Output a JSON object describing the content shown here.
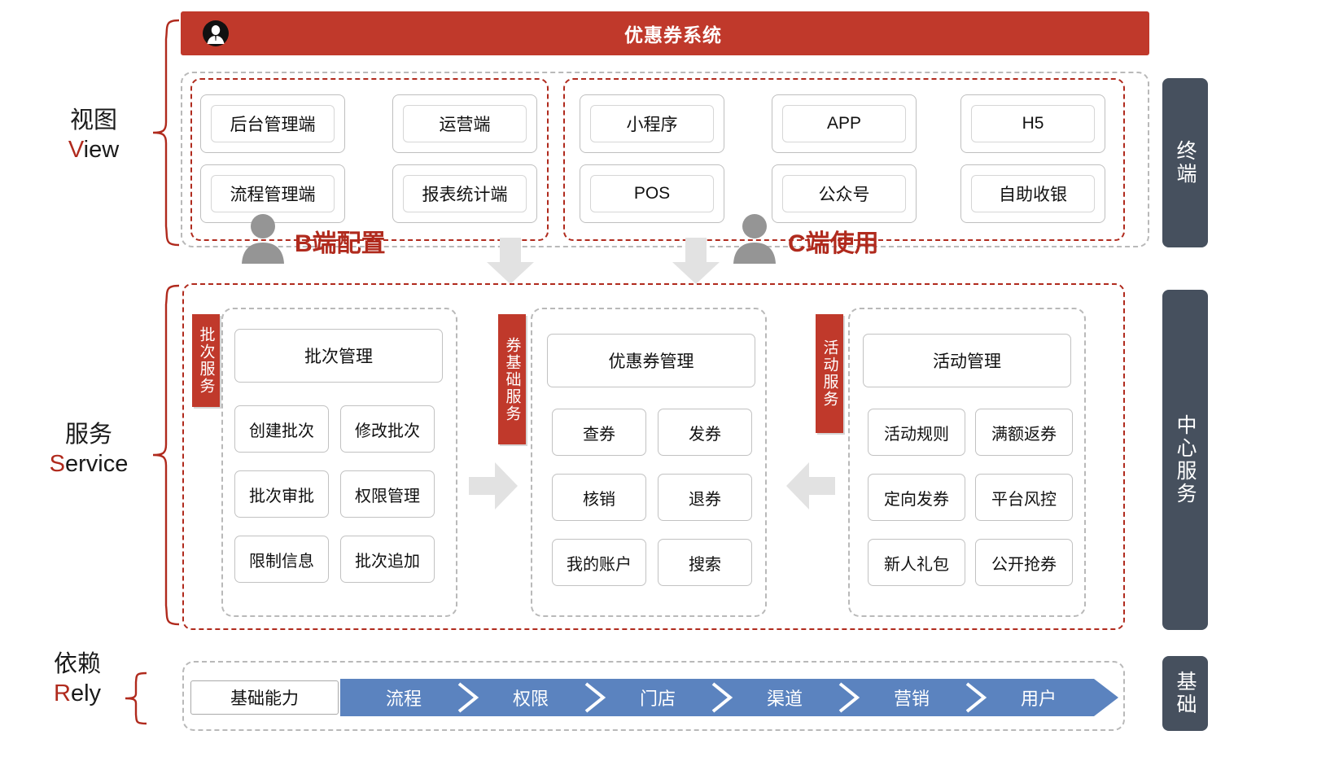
{
  "header": {
    "title": "优惠券系统",
    "icon": "user-avatar-icon",
    "color": "#c0392b"
  },
  "side_labels": [
    {
      "cn": "视图",
      "en_first": "V",
      "en_rest": "iew"
    },
    {
      "cn": "服务",
      "en_first": "S",
      "en_rest": "ervice"
    },
    {
      "cn": "依赖",
      "en_first": "R",
      "en_rest": "ely"
    }
  ],
  "right_labels": [
    {
      "text": "终端"
    },
    {
      "text": "中心服务"
    },
    {
      "text": "基础"
    }
  ],
  "view_layer": {
    "b_side": {
      "callout": "B端配置",
      "items": [
        "后台管理端",
        "运营端",
        "流程管理端",
        "报表统计端"
      ]
    },
    "c_side": {
      "callout": "C端使用",
      "items": [
        "小程序",
        "APP",
        "H5",
        "POS",
        "公众号",
        "自助收银"
      ]
    }
  },
  "service_layer": {
    "groups": [
      {
        "tag": "批次服务",
        "head": "批次管理",
        "cells": [
          "创建批次",
          "修改批次",
          "批次审批",
          "权限管理",
          "限制信息",
          "批次追加"
        ]
      },
      {
        "tag": "券基础服务",
        "head": "优惠券管理",
        "cells": [
          "查券",
          "发券",
          "核销",
          "退券",
          "我的账户",
          "搜索"
        ]
      },
      {
        "tag": "活动服务",
        "head": "活动管理",
        "cells": [
          "活动规则",
          "满额返券",
          "定向发券",
          "平台风控",
          "新人礼包",
          "公开抢券"
        ]
      }
    ]
  },
  "rely_layer": {
    "basic_label": "基础能力",
    "chevrons": [
      "流程",
      "权限",
      "门店",
      "渠道",
      "营销",
      "用户"
    ],
    "chevron_color": "#5b83bf"
  },
  "colors": {
    "brand_red": "#c0392b",
    "dark_red": "#b02a1d",
    "slate": "#46505e",
    "chevron_blue": "#5b83bf",
    "gray_arrow": "#e2e2e2",
    "person_gray": "#959595"
  }
}
